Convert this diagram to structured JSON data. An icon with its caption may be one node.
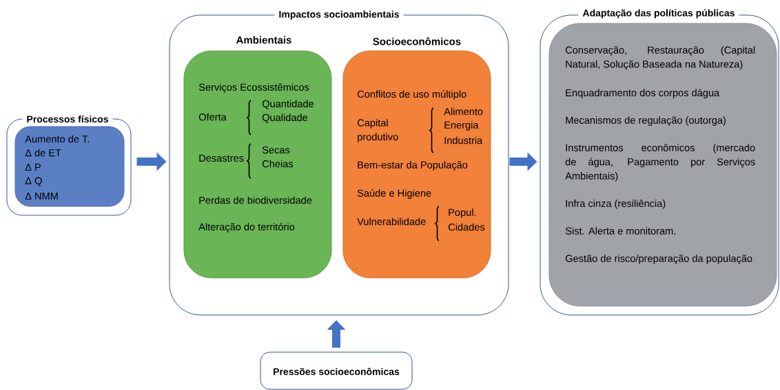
{
  "diagram": {
    "nodes": [
      {
        "text": [
          "Processos físicos"
        ]
      },
      {
        "text": [
          "Aumento de T.",
          "Δ de ET",
          "Δ P",
          "Δ Q",
          "Δ NMM"
        ],
        "in": 0
      },
      {
        "text": [
          "Impactos socioambientais"
        ]
      },
      {
        "text": [
          "Ambientais",
          "Serviços Ecossistêmicos",
          "Oferta",
          "Quantidade",
          "Qualidade",
          "Desastres",
          "Secas",
          "Cheias",
          "Perdas de biodiversidade",
          "Alteração do território"
        ],
        "in": 2
      },
      {
        "text": [
          "Socioeconômicos",
          "Conflitos de uso múltiplo",
          "Capital produtivo",
          "Alimento",
          "Energia",
          "Industria",
          "Bem-estar da População",
          "Saúde e Higiene",
          "Vulnerabilidade",
          "Popul.",
          "Cidades"
        ],
        "in": 2
      },
      {
        "text": [
          "Adaptação das políticas públicas"
        ]
      },
      {
        "text": [
          "Conservação, Restauração (Capital Natural, Solução Baseada na Natureza)",
          "Enquadramento dos corpos dágua",
          "Mecanismos de regulação (outorga)",
          "Instrumentos econômicos (mercado de água, Pagamento por Serviços Ambientais)",
          "Infra cinza (resiliência)",
          "Sist. Alerta e monitoram.",
          "Gestão de risco/preparação da população"
        ],
        "in": 5
      },
      {
        "text": [
          "Pressões socioeconômicas"
        ]
      }
    ],
    "edges": [
      {
        "from": 0,
        "to": 2,
        "arrow": "to"
      },
      {
        "from": 2,
        "to": 5,
        "arrow": "to"
      },
      {
        "from": 7,
        "to": 2,
        "arrow": "to"
      }
    ]
  }
}
